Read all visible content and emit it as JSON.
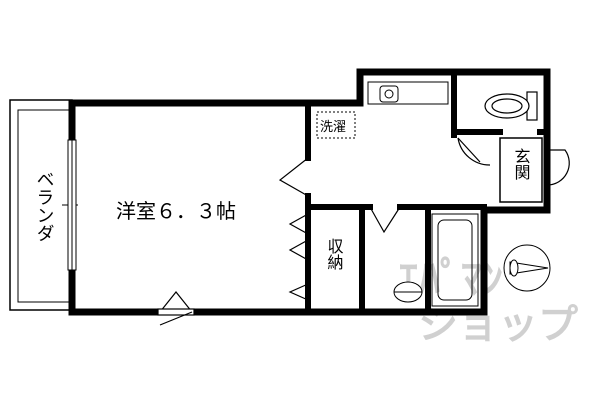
{
  "rooms": {
    "western_room": "洋室６．３帖",
    "veranda": "ベランダ",
    "storage": "収納",
    "washer": "洗濯",
    "entrance": "玄関"
  },
  "watermark": {
    "line1": "ｴﾊﾟﾏﾝ",
    "line2": "ショップ"
  }
}
